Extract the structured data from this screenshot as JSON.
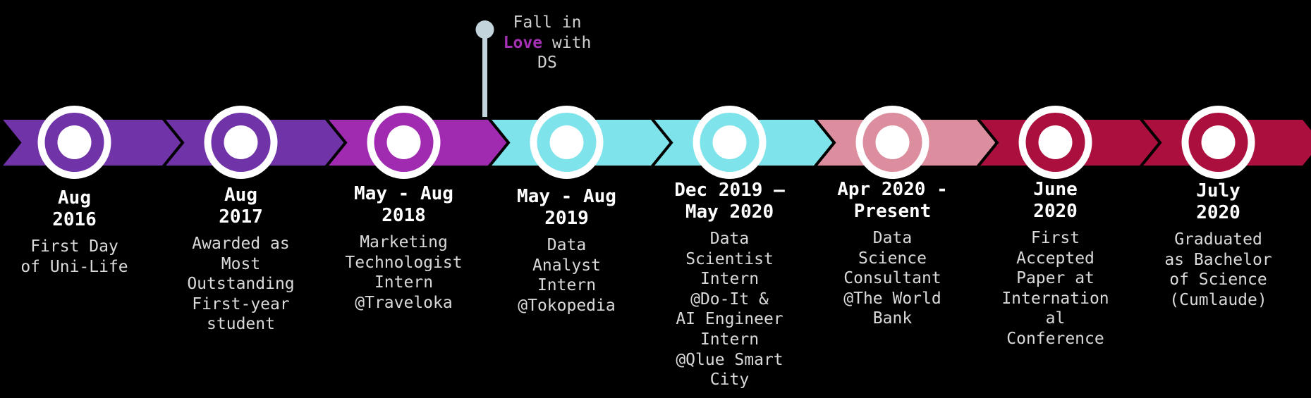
{
  "callout": {
    "line1": "Fall in",
    "emphasis": "Love",
    "line2_rest": " with",
    "line3": "DS",
    "emphasis_color": "#a52fb5"
  },
  "milestones": [
    {
      "color": "#7033a8",
      "date": [
        "Aug",
        "2016"
      ],
      "description": [
        "First Day",
        "of Uni-Life"
      ]
    },
    {
      "color": "#7033a8",
      "date": [
        "Aug",
        "2017"
      ],
      "description": [
        "Awarded as",
        "Most",
        "Outstanding",
        "First-year",
        "student"
      ]
    },
    {
      "color": "#a02ab0",
      "date": [
        "May - Aug",
        "2018"
      ],
      "description": [
        "Marketing",
        "Technologist",
        "Intern",
        "@Traveloka"
      ]
    },
    {
      "color": "#7ee3ea",
      "date": [
        "May - Aug",
        "2019"
      ],
      "description": [
        "Data",
        "Analyst",
        "Intern",
        "@Tokopedia"
      ]
    },
    {
      "color": "#7ee3ea",
      "date": [
        "Dec 2019 –",
        "May 2020"
      ],
      "description": [
        "Data",
        "Scientist",
        "Intern",
        "@Do-It &",
        "AI Engineer",
        "Intern",
        "@Qlue Smart",
        "City"
      ]
    },
    {
      "color": "#dc8e9e",
      "date": [
        "Apr 2020 -",
        "Present"
      ],
      "description": [
        "Data",
        "Science",
        "Consultant",
        "@The World",
        "Bank"
      ]
    },
    {
      "color": "#ab0f3d",
      "date": [
        "June",
        "2020"
      ],
      "description": [
        "First",
        "Accepted",
        "Paper at",
        "Internation",
        "al",
        "Conference"
      ]
    },
    {
      "color": "#ab0f3d",
      "date": [
        "July",
        "2020"
      ],
      "description": [
        "Graduated",
        "as Bachelor",
        "of Science",
        "(Cumlaude)"
      ]
    }
  ]
}
